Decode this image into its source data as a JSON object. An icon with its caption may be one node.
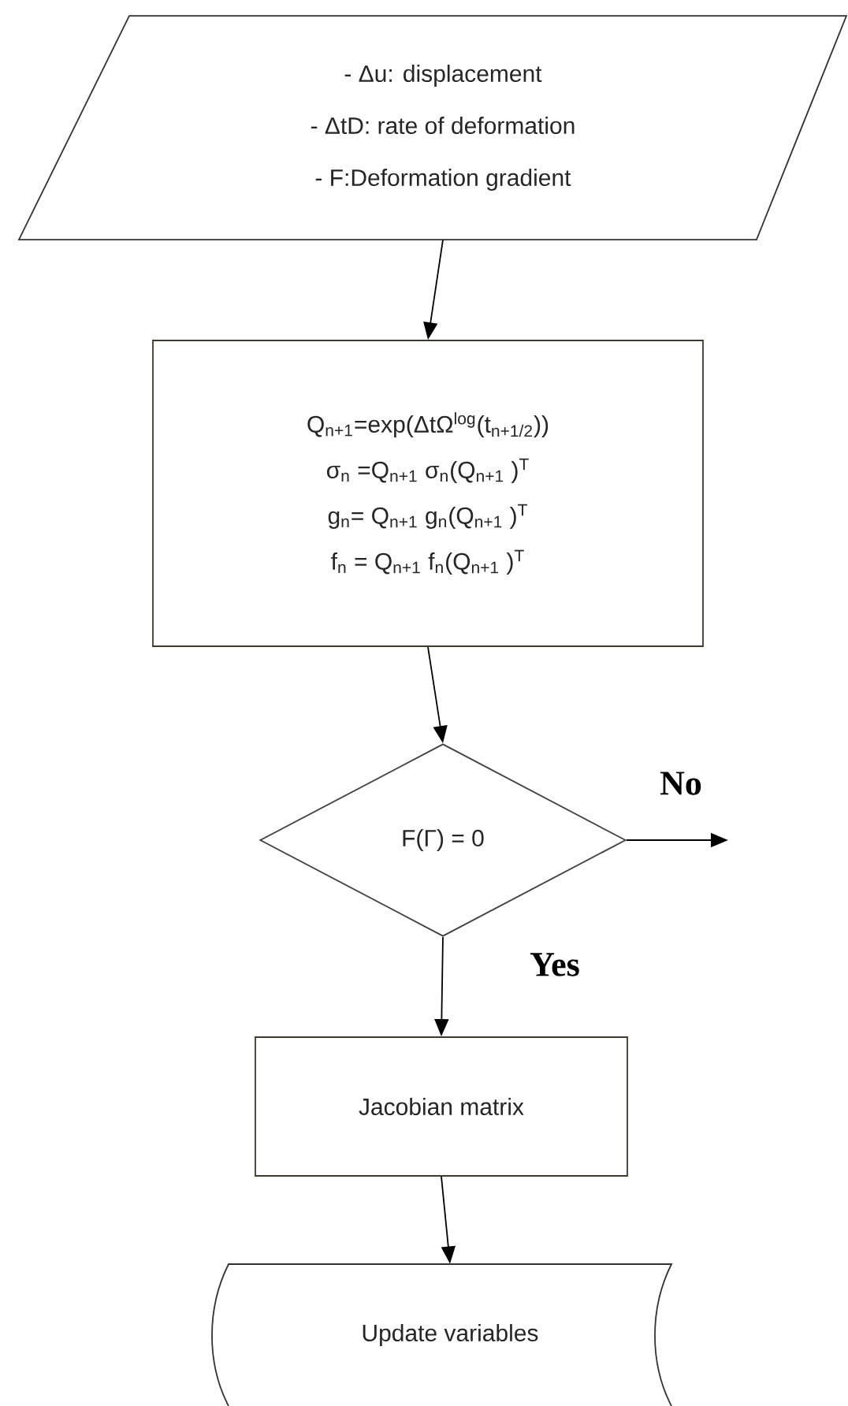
{
  "diagram": {
    "nodes": [
      {
        "text": [
          "- Δu: displacement",
          "- ΔtD: rate of deformation",
          "- F:Deformation gradient"
        ]
      },
      {
        "text": [
          "Q$_{n+1}$=exp(ΔtΩ$^{log}$(t$_{n+1/2}$))",
          "σ$_{n}$ =Q$_{n+1}$ σ$_{n}$(Q$_{n+1}$ )$^{T}$",
          "g$_{n}$= Q$_{n+1}$ g$_{n}$(Q$_{n+1}$ )$^{T}$",
          "f$_{n}$ = Q$_{n+1}$ f$_{n}$(Q$_{n+1}$ )$^{T}$"
        ]
      },
      {
        "text": [
          "F(Γ) = 0"
        ]
      },
      {
        "text": [
          "Jacobian matrix"
        ]
      },
      {
        "text": [
          "Update variables"
        ]
      }
    ],
    "edges": [
      {
        "from": 0,
        "to": 1,
        "arrow": "to"
      },
      {
        "from": 1,
        "to": 2,
        "arrow": "to"
      },
      {
        "from": 2,
        "to": null,
        "arrow": "to",
        "label": "No"
      },
      {
        "from": 2,
        "to": 3,
        "arrow": "to",
        "label": "Yes"
      },
      {
        "from": 3,
        "to": 4,
        "arrow": "to"
      }
    ]
  }
}
